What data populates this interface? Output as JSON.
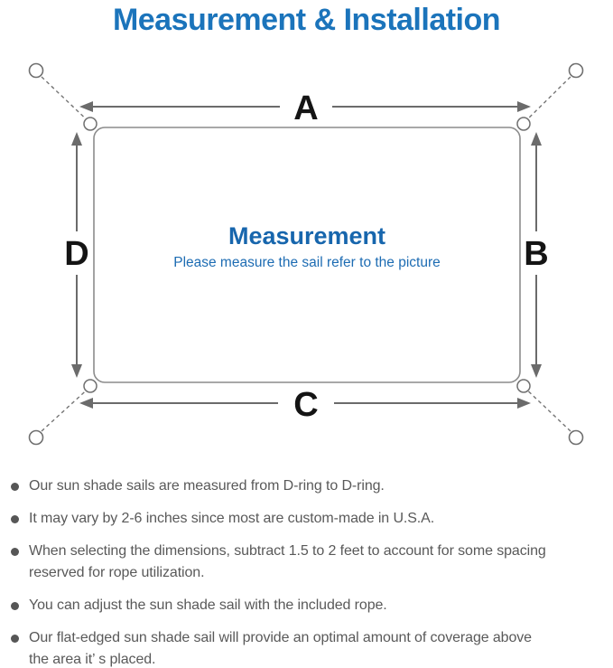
{
  "title": "Measurement & Installation",
  "diagram": {
    "labels": {
      "top": "A",
      "right": "B",
      "bottom": "C",
      "left": "D"
    },
    "center_heading": "Measurement",
    "center_subtext": "Please measure the sail refer to the picture"
  },
  "bullets": [
    {
      "lines": [
        "Our sun shade sails are measured from D-ring to D-ring."
      ]
    },
    {
      "lines": [
        "It may vary by 2-6 inches since most are custom-made in U.S.A."
      ]
    },
    {
      "lines": [
        "When selecting the dimensions, subtract 1.5 to 2 feet to account for some spacing",
        "reserved for rope utilization."
      ]
    },
    {
      "lines": [
        "You can adjust the sun shade sail with the included rope."
      ]
    },
    {
      "lines": [
        "Our flat-edged sun shade sail will provide an optimal amount of coverage above",
        "the area it’ s placed."
      ]
    }
  ],
  "colors": {
    "title_blue": "#1b74bb",
    "heading_blue": "#1766ad",
    "subtext_blue": "#1d6cb3",
    "body_gray": "#595959",
    "line_gray": "#8c8c8c",
    "arrow_gray": "#6b6b6b",
    "label_black": "#141414",
    "background": "#ffffff"
  }
}
